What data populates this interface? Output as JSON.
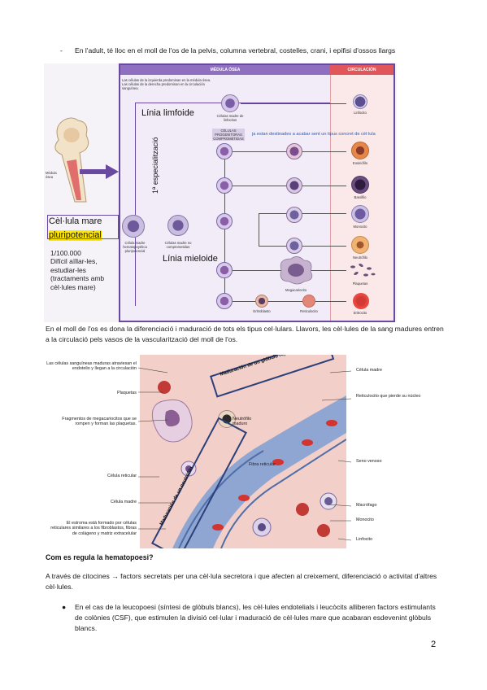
{
  "intro_bullet": "En l'adult, té lloc en el moll de l'os de la pelvis, columna vertebral, costelles, crani, i epífisi d'ossos llargs",
  "figure1": {
    "header_medula": "MÉDULA ÓSEA",
    "header_circulacion": "CIRCULACIÓN",
    "note_left": "Las células de la izquierda predominan en la médula ósea. Las células de la derecha predominan en la circulación sanguínea.",
    "linia_limfoide": "Línia limfoide",
    "linia_mieloide": "Línia mieloide",
    "especialitzacio": "1ª especialització",
    "progenitoras": "CÉLULAS PROGENITORAS COMPROMETIDAS",
    "destinades_note": "ja estan destinades a acabar sent un tipus concret de cèl·lula",
    "stem_title_1": "Cèl·lula mare",
    "stem_title_2": "pluripotencial",
    "stem_ratio": "1/100.000",
    "stem_desc": "Difícil aïllar-les, estudiar-les (tractaments amb cèl·lules mare)",
    "madre_hemato": "Célula madre hematopoyética pluripotencial",
    "madre_no_comp": "Células madre no comprometidas",
    "madre_linfocitos": "Células madre de linfocitos",
    "bone_label": "Médula ósea",
    "cells": {
      "linfocito": "Linfocito",
      "eosinofilo": "Eosinófilo",
      "basofilo": "Basófilo",
      "monocito": "Monocito",
      "neutrofilo": "Neutrófilo",
      "plaquetas": "Plaquetas",
      "megacariocito": "Megacariocito",
      "eritroblasto": "Eritroblasto",
      "reticulocito": "Reticulocito",
      "eritrocito": "Eritrocito"
    }
  },
  "paragraph1": "En el moll de l'os es dona la diferenciació i maduració de tots els tipus cel·lulars. Llavors, les cèl·lules de la sang madures entren a la circulació pels vasos de la vascularització del moll de l'os.",
  "figure2": {
    "left_labels": [
      "Las células sanguíneas maduras atraviesan el endotelio y llegan a la circulación",
      "Plaquetas",
      "Fragmentos de megacariocitos que se rompen y forman las plaquetas.",
      "Célula reticular",
      "Célula madre",
      "El estroma está formado por células reticulares similares a los fibroblastos, fibras de colágeno y matriz extracelular"
    ],
    "right_labels": [
      "Célula madre",
      "Reticulocito que pierde su núcleo",
      "Seno venoso",
      "Macrófago",
      "Monocito",
      "Linfocito"
    ],
    "maduracion_globulo_rojo": "Maduración de un glóbulo rojo",
    "maduracion_neutrofilo": "Maduración de un neutrófilo",
    "neutrofilo_maduro": "Neutrófilo maduro",
    "fibra_reticular": "Fibra reticular"
  },
  "heading2": "Com es regula la hematopoesi?",
  "paragraph2": "A través de citocines → factors secretats per una cèl·lula secretora i que afecten al creixement, diferenciació o activitat d'altres cèl·lules.",
  "bullet2": "En el cas de la leucopoesi (síntesi de glòbuls blancs), les cèl·lules endotelials i leucòcits alliberen factors estimulants de colònies (CSF), que estimulen la divisió cel·lular i maduració de cèl·lules mare que acabaran esdevenint glòbuls blancs.",
  "page_number": "2",
  "colors": {
    "purple_frame": "#6a4aa0",
    "circ_red": "#e0565a",
    "stem_highlight": "#ffe800",
    "note_blue": "#1f5fbf"
  }
}
